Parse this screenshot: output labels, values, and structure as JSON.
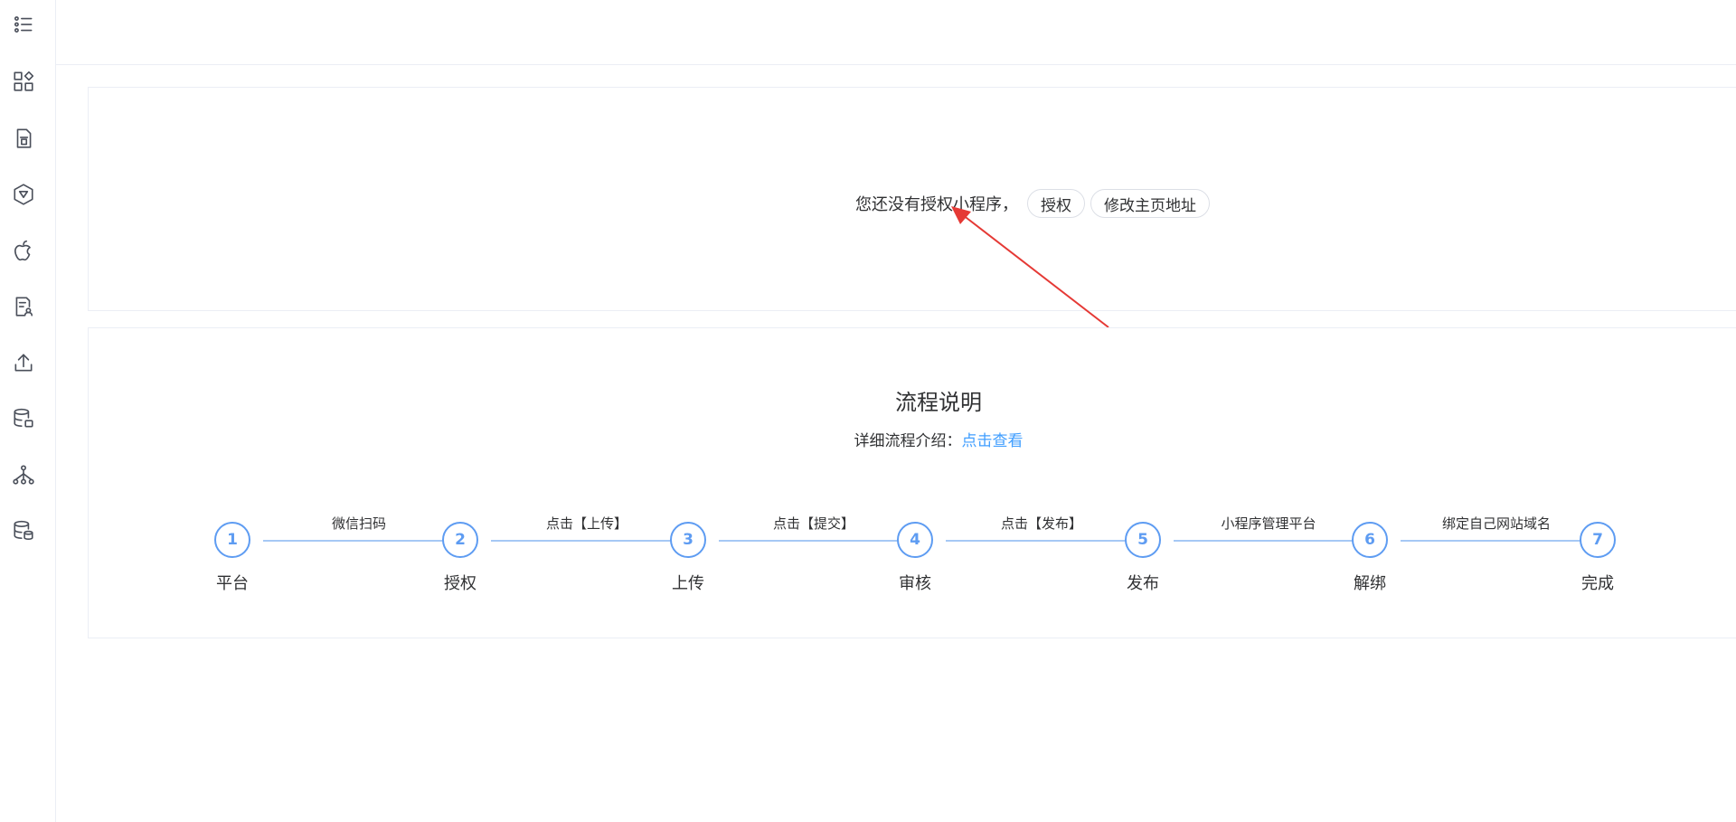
{
  "sidebar": {
    "icons": [
      "list-icon",
      "apps-icon",
      "document-icon",
      "cube-icon",
      "apple-icon",
      "report-icon",
      "upload-icon",
      "database-icon",
      "sitemap-icon",
      "database-stack-icon"
    ]
  },
  "auth": {
    "message": "您还没有授权小程序，",
    "authorize_label": "授权",
    "edit_home_label": "修改主页地址"
  },
  "flow": {
    "title": "流程说明",
    "subtitle_prefix": "详细流程介绍：",
    "link_label": "点击查看",
    "steps": [
      {
        "num": "1",
        "label": "平台"
      },
      {
        "num": "2",
        "label": "授权"
      },
      {
        "num": "3",
        "label": "上传"
      },
      {
        "num": "4",
        "label": "审核"
      },
      {
        "num": "5",
        "label": "发布"
      },
      {
        "num": "6",
        "label": "解绑"
      },
      {
        "num": "7",
        "label": "完成"
      }
    ],
    "connectors": [
      "微信扫码",
      "点击【上传】",
      "点击【提交】",
      "点击【发布】",
      "小程序管理平台",
      "绑定自己网站域名"
    ]
  },
  "colors": {
    "accent": "#409eff",
    "step": "#5e9cf2",
    "arrow": "#e53935"
  }
}
